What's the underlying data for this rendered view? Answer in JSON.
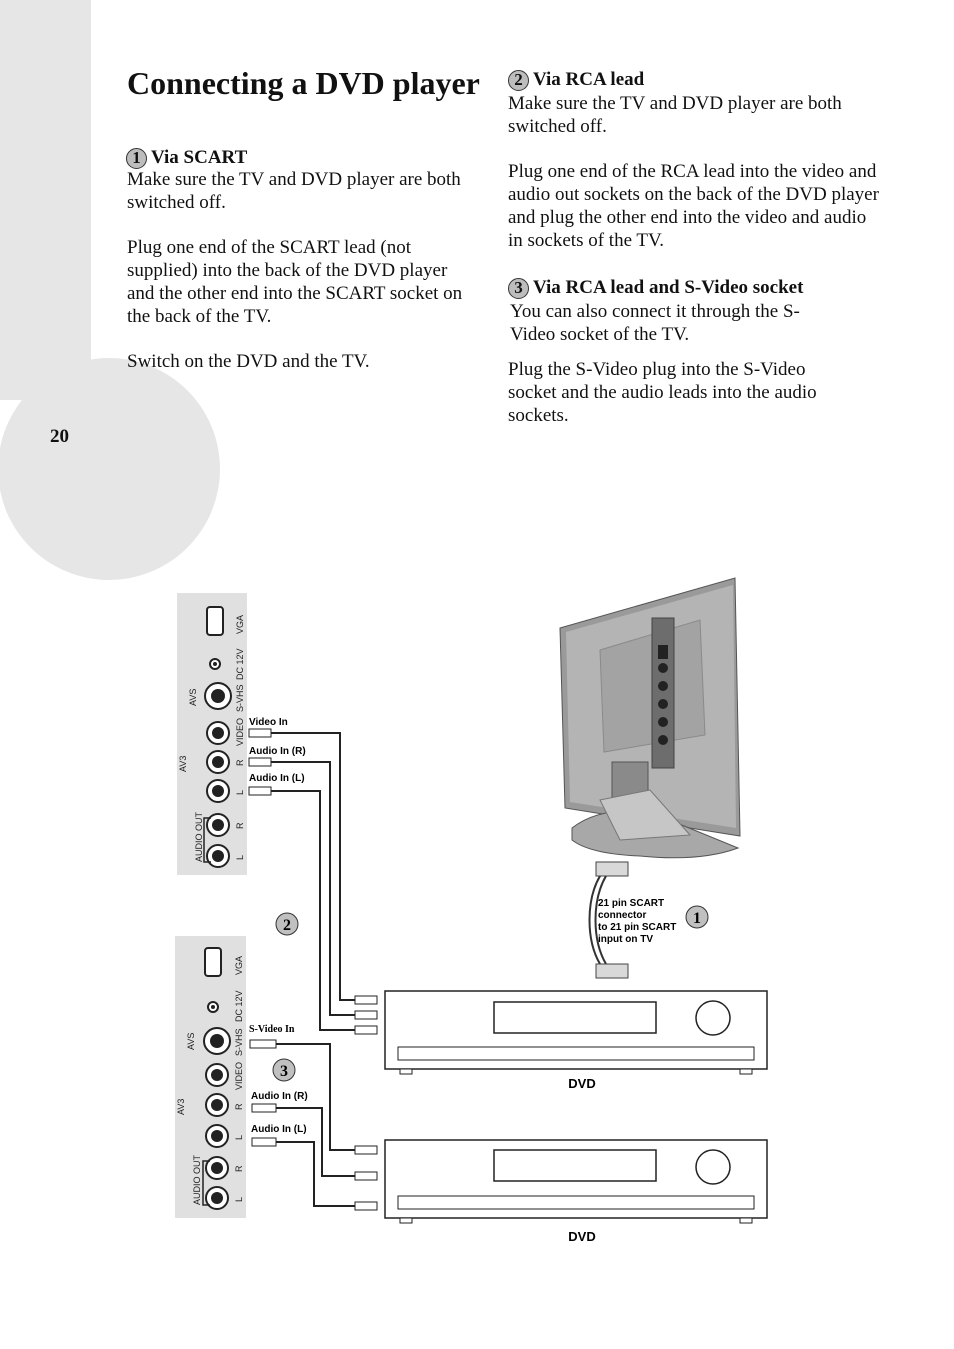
{
  "page": {
    "number": "20",
    "title": "Connecting a DVD player"
  },
  "steps": [
    {
      "num": "1",
      "heading": "Via SCART",
      "paragraphs": [
        "Make sure the TV and DVD player are both switched off.",
        "Plug one end of the SCART lead (not supplied) into the back of the DVD player and the other end into the SCART socket on the back of the TV.",
        "Switch on the DVD and the TV."
      ]
    },
    {
      "num": "2",
      "heading": "Via RCA lead",
      "paragraphs": [
        "Make sure the TV and DVD player are both switched off.",
        "Plug one end of the RCA lead into the video and audio out sockets on the back of the DVD player and plug the other end into the video and audio in sockets of the TV."
      ]
    },
    {
      "num": "3",
      "heading": "Via RCA lead and S-Video socket",
      "paragraphs": [
        "You can also connect it through the S-Video socket of the TV.",
        "Plug the S-Video plug into the S-Video socket and the audio leads into the audio sockets."
      ]
    }
  ],
  "diagram": {
    "panel_labels": {
      "vga": "VGA",
      "dc": "DC 12V",
      "svhs": "S-VHS",
      "avs": "AVS",
      "video": "VIDEO",
      "r": "R",
      "l": "L",
      "av3": "AV3",
      "audio_out": "AUDIO OUT"
    },
    "top_panel_callouts": {
      "video_in": "Video In",
      "audio_in_r": "Audio In (R)",
      "audio_in_l": "Audio In (L)"
    },
    "bottom_panel_callouts": {
      "svideo_in": "S-Video In",
      "audio_in_r": "Audio In (R)",
      "audio_in_l": "Audio In (L)"
    },
    "scart_note": [
      "21 pin SCART",
      "connector",
      "to 21 pin SCART",
      "input on TV"
    ],
    "badges": {
      "one": "1",
      "two": "2",
      "three": "3"
    },
    "dvd_label": "DVD"
  }
}
